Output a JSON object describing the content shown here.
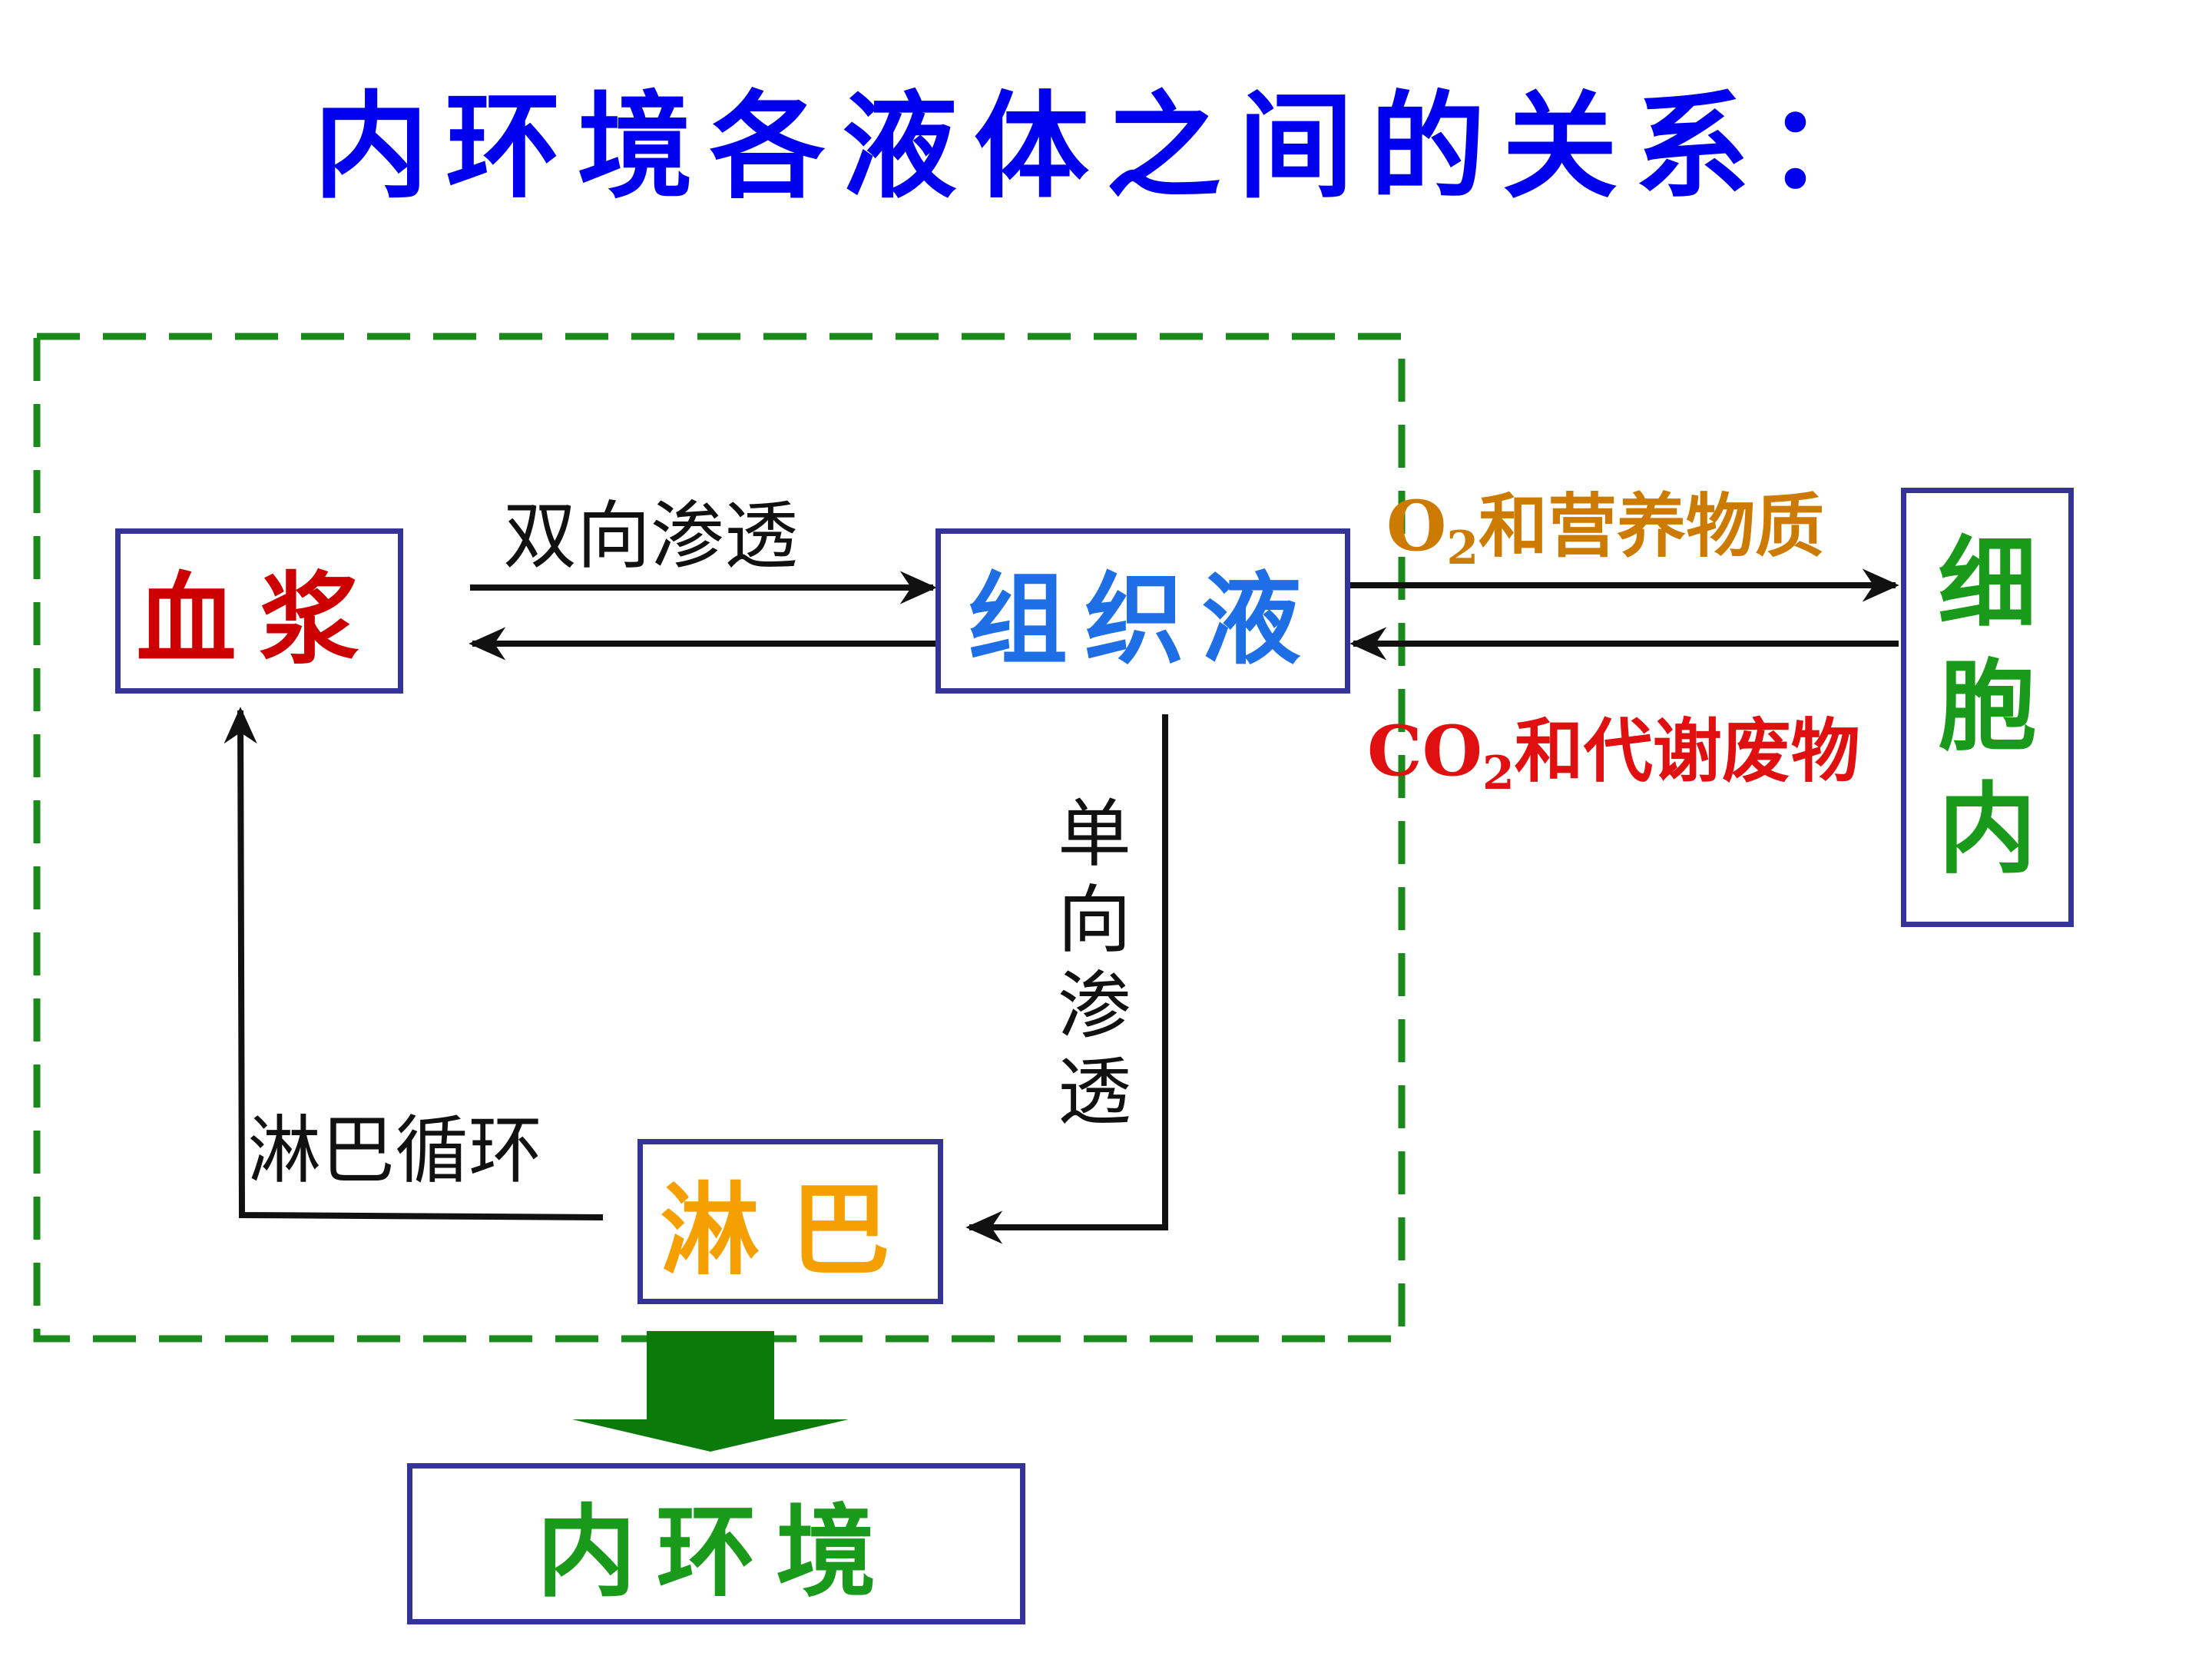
{
  "title": "内环境各液体之间的关系：",
  "nodes": {
    "plasma": {
      "label": "血浆",
      "color": "#cc0000"
    },
    "tissue_fluid": {
      "label": "组织液",
      "color": "#1e6ee6"
    },
    "lymph": {
      "label": "淋巴",
      "color": "#f5a000"
    },
    "cell_interior": {
      "label": "细胞内",
      "color": "#1a9a1a"
    },
    "internal_environment": {
      "label": "内环境",
      "color": "#1a9a1a"
    }
  },
  "edges": {
    "plasma_tissue": "双向渗透",
    "tissue_lymph": "单向渗透",
    "lymph_plasma": "淋巴循环",
    "o2_nutrients": {
      "prefix": "O",
      "sub": "2",
      "suffix": "和营养物质",
      "color": "#cc7a00"
    },
    "co2_waste": {
      "prefix": "CO",
      "sub": "2",
      "suffix": "和代谢废物",
      "color": "#e01010"
    }
  },
  "colors": {
    "border": "#333399",
    "dashed_region": "#1a8a1a",
    "big_arrow": "#0a7a0a",
    "arrow": "#111111"
  }
}
